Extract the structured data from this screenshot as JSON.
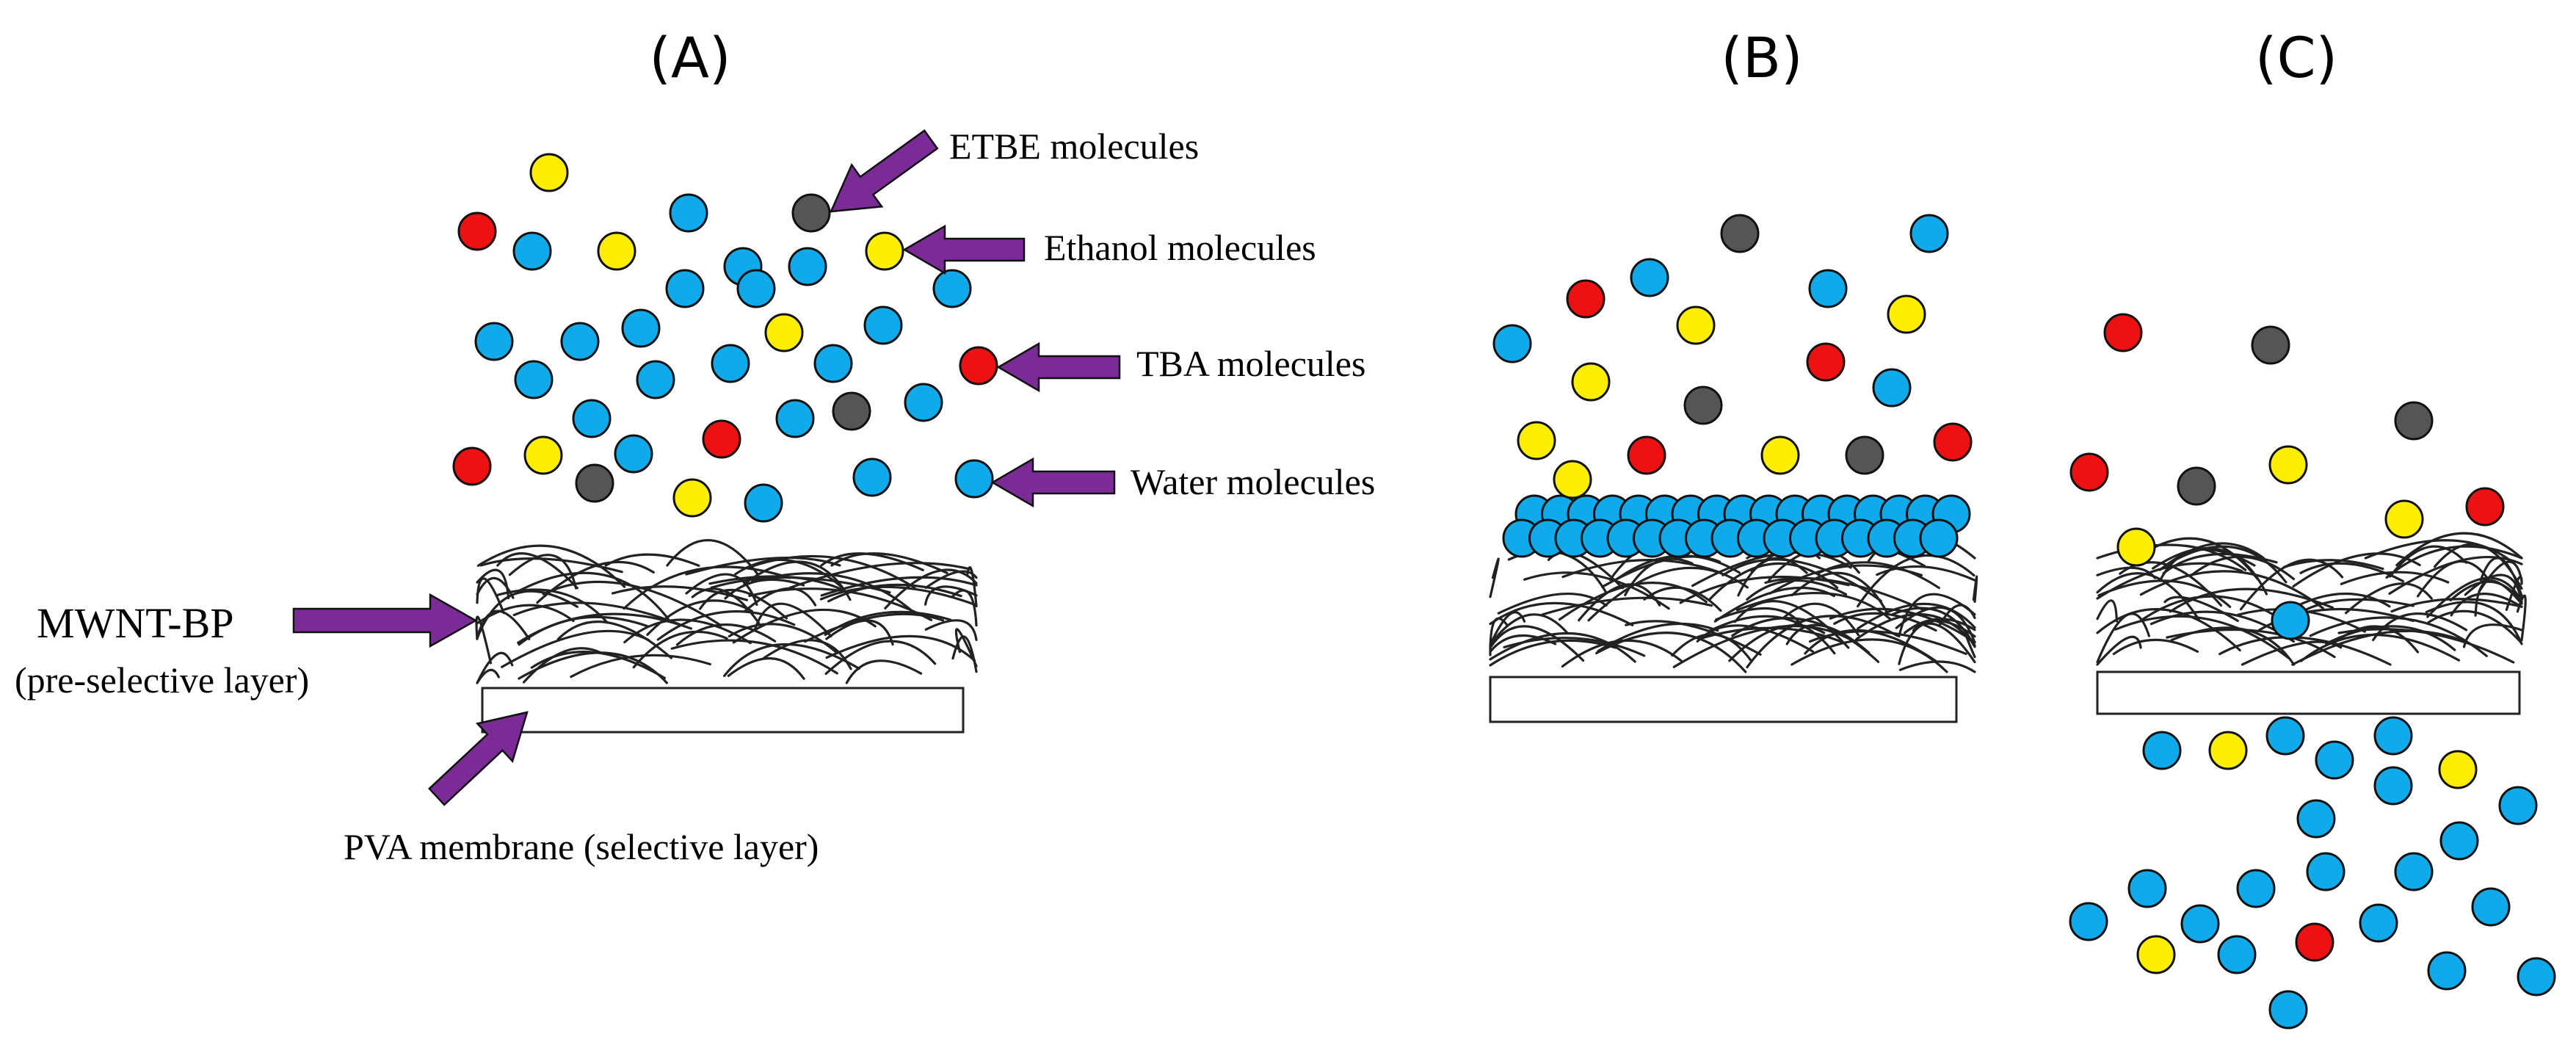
{
  "panels": {
    "a": {
      "label": "(A)"
    },
    "b": {
      "label": "(B)"
    },
    "c": {
      "label": "(C)"
    }
  },
  "annotations": {
    "etbe": "ETBE molecules",
    "ethanol": "Ethanol molecules",
    "tba": "TBA molecules",
    "water": "Water molecules",
    "mwnt": "MWNT-BP",
    "mwnt_sub": "(pre-selective layer)",
    "pva": "PVA  membrane (selective layer)"
  },
  "colors": {
    "water": "#10aaea",
    "ethanol": "#ffee00",
    "tba": "#ee1111",
    "etbe": "#555555",
    "arrow": "#7a2b96",
    "outline": "#111111"
  }
}
